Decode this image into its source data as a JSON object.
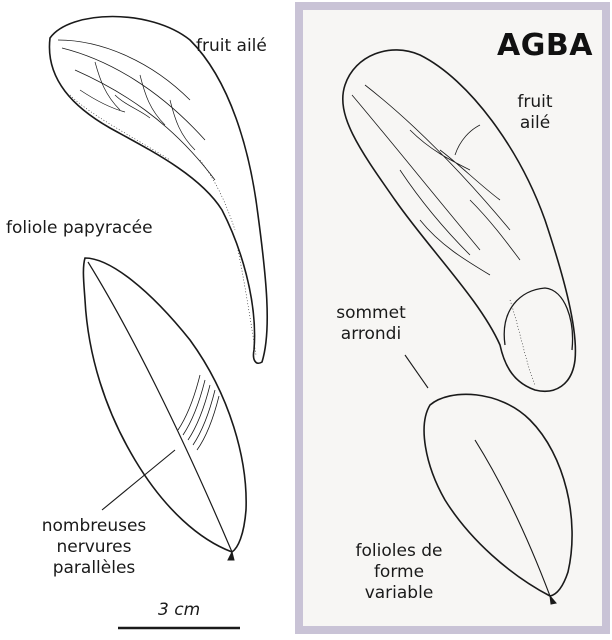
{
  "title": "AGBA",
  "left_panel": {
    "fruit_label": "fruit ailé",
    "leaflet_label": "foliole papyracée",
    "veins_label_lines": [
      "nombreuses",
      "nervures",
      "parallèles"
    ],
    "scale_label": "3 cm"
  },
  "right_panel": {
    "fruit_label_lines": [
      "fruit",
      "ailé"
    ],
    "apex_label_lines": [
      "sommet",
      "arrondi"
    ],
    "leaflets_label_lines": [
      "folioles de",
      "forme",
      "variable"
    ]
  },
  "colors": {
    "ink": "#1a1a1a",
    "frame": "#c9c3d6",
    "frame_fill": "#f7f6f4"
  }
}
